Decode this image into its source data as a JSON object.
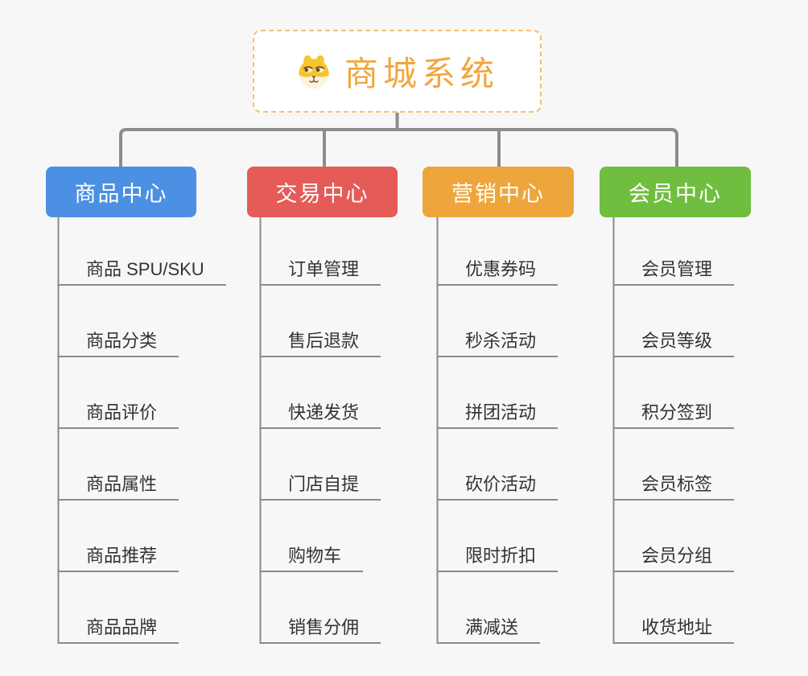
{
  "root": {
    "title": "商城系统",
    "icon": "dog-face-icon",
    "text_color": "#F0A73C",
    "border_color": "#F3C173"
  },
  "colors": {
    "background": "#F7F7F7",
    "connector_bus": "#8C8C8C",
    "connector_trunk": "#8A8A8A",
    "leaf_text": "#333333",
    "leaf_underline": "#8A8A8A"
  },
  "branches": [
    {
      "label": "商品中心",
      "color": "#4B90E2",
      "children": [
        "商品 SPU/SKU",
        "商品分类",
        "商品评价",
        "商品属性",
        "商品推荐",
        "商品品牌"
      ]
    },
    {
      "label": "交易中心",
      "color": "#E45B58",
      "children": [
        "订单管理",
        "售后退款",
        "快递发货",
        "门店自提",
        "购物车",
        "销售分佣"
      ]
    },
    {
      "label": "营销中心",
      "color": "#EEA63C",
      "children": [
        "优惠券码",
        "秒杀活动",
        "拼团活动",
        "砍价活动",
        "限时折扣",
        "满减送"
      ]
    },
    {
      "label": "会员中心",
      "color": "#6FBE3F",
      "children": [
        "会员管理",
        "会员等级",
        "积分签到",
        "会员标签",
        "会员分组",
        "收货地址"
      ]
    }
  ]
}
